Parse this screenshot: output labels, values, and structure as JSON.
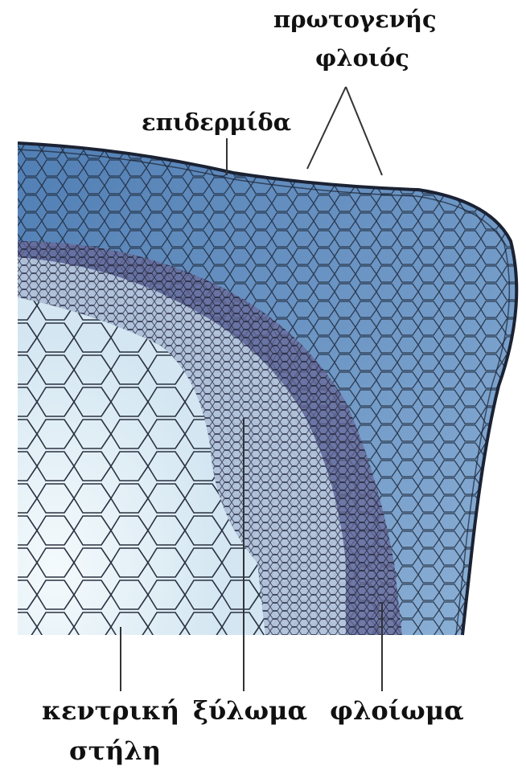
{
  "labels": {
    "primary_cortex_line1": "πρωτογενής",
    "primary_cortex_line2": "φλοιός",
    "epidermis": "επιδερμίδα",
    "central_stele_line1": "κεντρική",
    "central_stele_line2": "στήλη",
    "xylem": "ξύλωμα",
    "phloem": "φλοίωμα"
  },
  "colors": {
    "cortex_blue": "#5b86b8",
    "cortex_light": "#8fb3d8",
    "vascular_purple": "#6a6a9a",
    "stele_pale": "#dfeef6",
    "cell_wall": "#2a3040",
    "leader_line": "#333333"
  }
}
